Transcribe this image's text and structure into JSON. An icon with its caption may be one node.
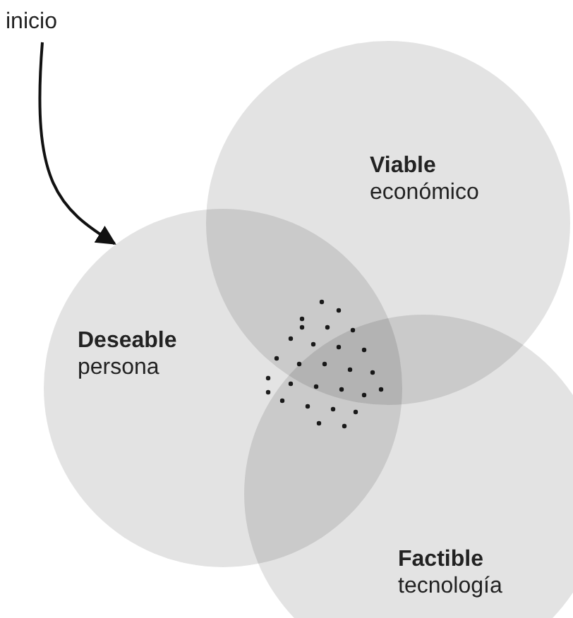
{
  "diagram": {
    "nodes": [
      {
        "text": [
          "inicio"
        ]
      },
      {
        "text": [
          "Viable",
          "económico"
        ]
      },
      {
        "text": [
          "Deseable",
          "persona"
        ]
      },
      {
        "text": [
          "Factible",
          "tecnología"
        ]
      }
    ],
    "edges": [
      {
        "from": 0,
        "to": 2,
        "arrow": "to"
      }
    ]
  }
}
